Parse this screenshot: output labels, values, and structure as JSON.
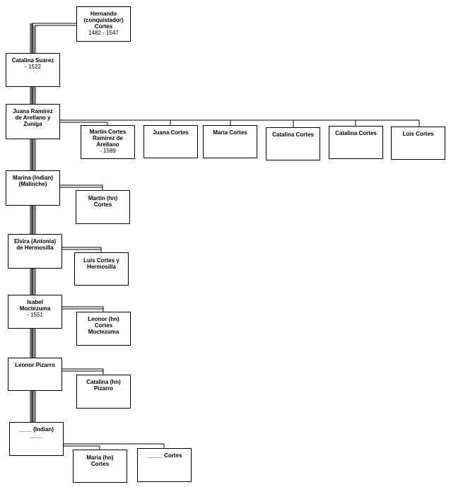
{
  "people": {
    "hernando": {
      "lines": [
        "Hernando",
        "(conquistador)",
        "Cortes",
        "1482 - 1547"
      ]
    },
    "catalina_suarez": {
      "lines": [
        "Catalina Suarez",
        "- 1522"
      ]
    },
    "juana_ramirez": {
      "lines": [
        "Juana Ramirez",
        "de Arellano y",
        "Zuniga"
      ]
    },
    "martin_cortes_ramirez": {
      "lines": [
        "Martin Cortes",
        "Ramirez de",
        "Arellano",
        "- 1589"
      ]
    },
    "juana_cortes": {
      "lines": [
        "Juana Cortes"
      ]
    },
    "maria_cortes": {
      "lines": [
        "Maria Cortes"
      ]
    },
    "catalina_cortes_1": {
      "lines": [
        "Catalina Cortes"
      ]
    },
    "catalina_cortes_2": {
      "lines": [
        "Catalina Cortes"
      ]
    },
    "luis_cortes": {
      "lines": [
        "Luis Cortes"
      ]
    },
    "marina": {
      "lines": [
        "Marina (Indian)",
        "(Malinche)"
      ]
    },
    "martin_hn_cortes": {
      "lines": [
        "Martin (hn)",
        "Cortes"
      ]
    },
    "elvira": {
      "lines": [
        "Elvira (Antonia)",
        "de Hermosilla"
      ]
    },
    "luis_cortes_hermosilla": {
      "lines": [
        "Luis Cortes y",
        "Hermosilla"
      ]
    },
    "isabel": {
      "lines": [
        "Isabel",
        "Moctezuma",
        "- 1551"
      ]
    },
    "leonor_hn": {
      "lines": [
        "Leonor (hn)",
        "Cortes",
        "Moctezuma"
      ]
    },
    "leonor_pizarro": {
      "lines": [
        "Leonor Pizarro"
      ]
    },
    "catalina_hn_pizarro": {
      "lines": [
        "Catalina (hn)",
        "Pizarro"
      ]
    },
    "unknown_indian": {
      "lines": [
        "____ (Indian)",
        "____"
      ]
    },
    "maria_hn_cortes": {
      "lines": [
        "Maria (hn)",
        "Cortes"
      ]
    },
    "unknown_cortes": {
      "lines": [
        "_____ Cortes"
      ]
    }
  }
}
